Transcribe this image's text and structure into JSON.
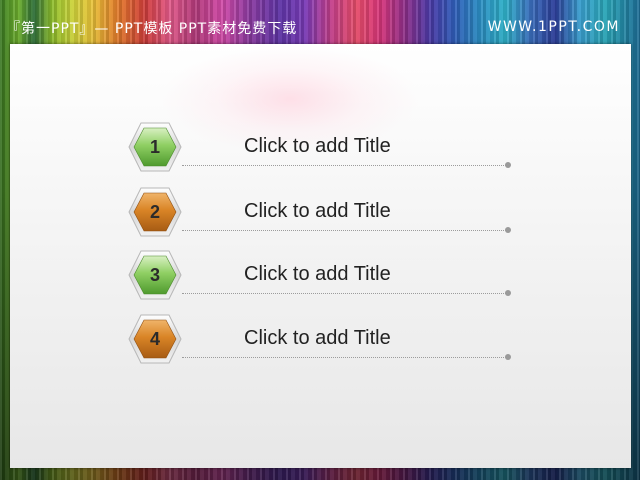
{
  "header": {
    "left_text": "『第一PPT』— PPT模板 PPT素材免费下载",
    "right_text": "WWW.1PPT.COM"
  },
  "items": [
    {
      "number": "1",
      "title": "Click to add Title",
      "color": "green"
    },
    {
      "number": "2",
      "title": "Click to add Title",
      "color": "orange"
    },
    {
      "number": "3",
      "title": "Click to add Title",
      "color": "green"
    },
    {
      "number": "4",
      "title": "Click to add Title",
      "color": "orange"
    }
  ],
  "colors": {
    "green": "#6cbf4a",
    "orange": "#d9842b",
    "frame": "#cfcfcf"
  }
}
